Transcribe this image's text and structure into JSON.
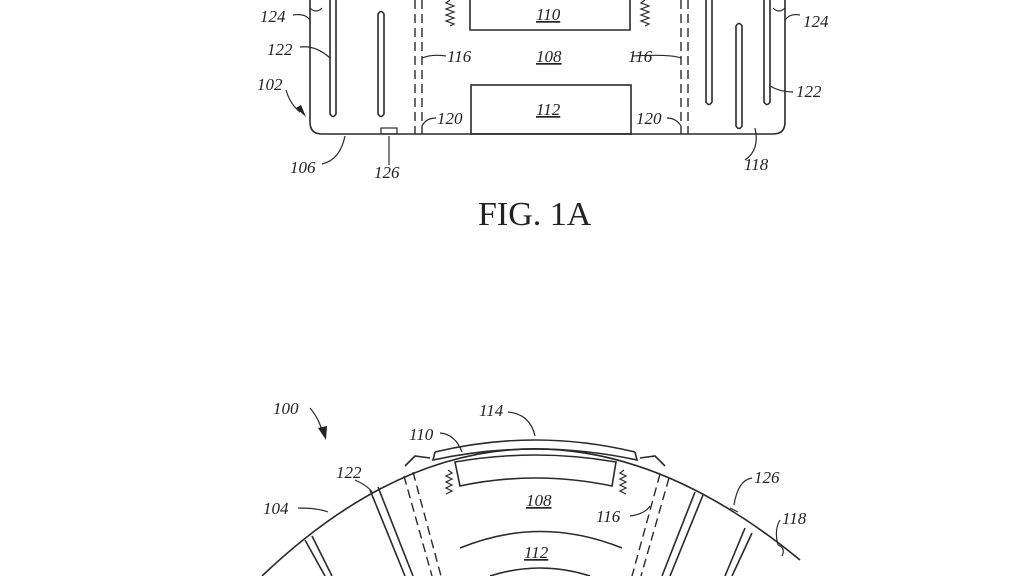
{
  "figure_1a": {
    "caption": "FIG. 1A",
    "labels": {
      "l124_left": "124",
      "l124_right": "124",
      "l122_left": "122",
      "l122_right": "122",
      "l102": "102",
      "l106": "106",
      "l126": "126",
      "l118": "118",
      "l116_left": "116",
      "l116_right": "116",
      "l120_left": "120",
      "l120_right": "120",
      "l110": "110",
      "l108": "108",
      "l112": "112"
    }
  },
  "figure_1b": {
    "labels": {
      "l100": "100",
      "l114": "114",
      "l110": "110",
      "l122": "122",
      "l104": "104",
      "l108": "108",
      "l116": "116",
      "l112": "112",
      "l126": "126",
      "l118": "118"
    }
  }
}
